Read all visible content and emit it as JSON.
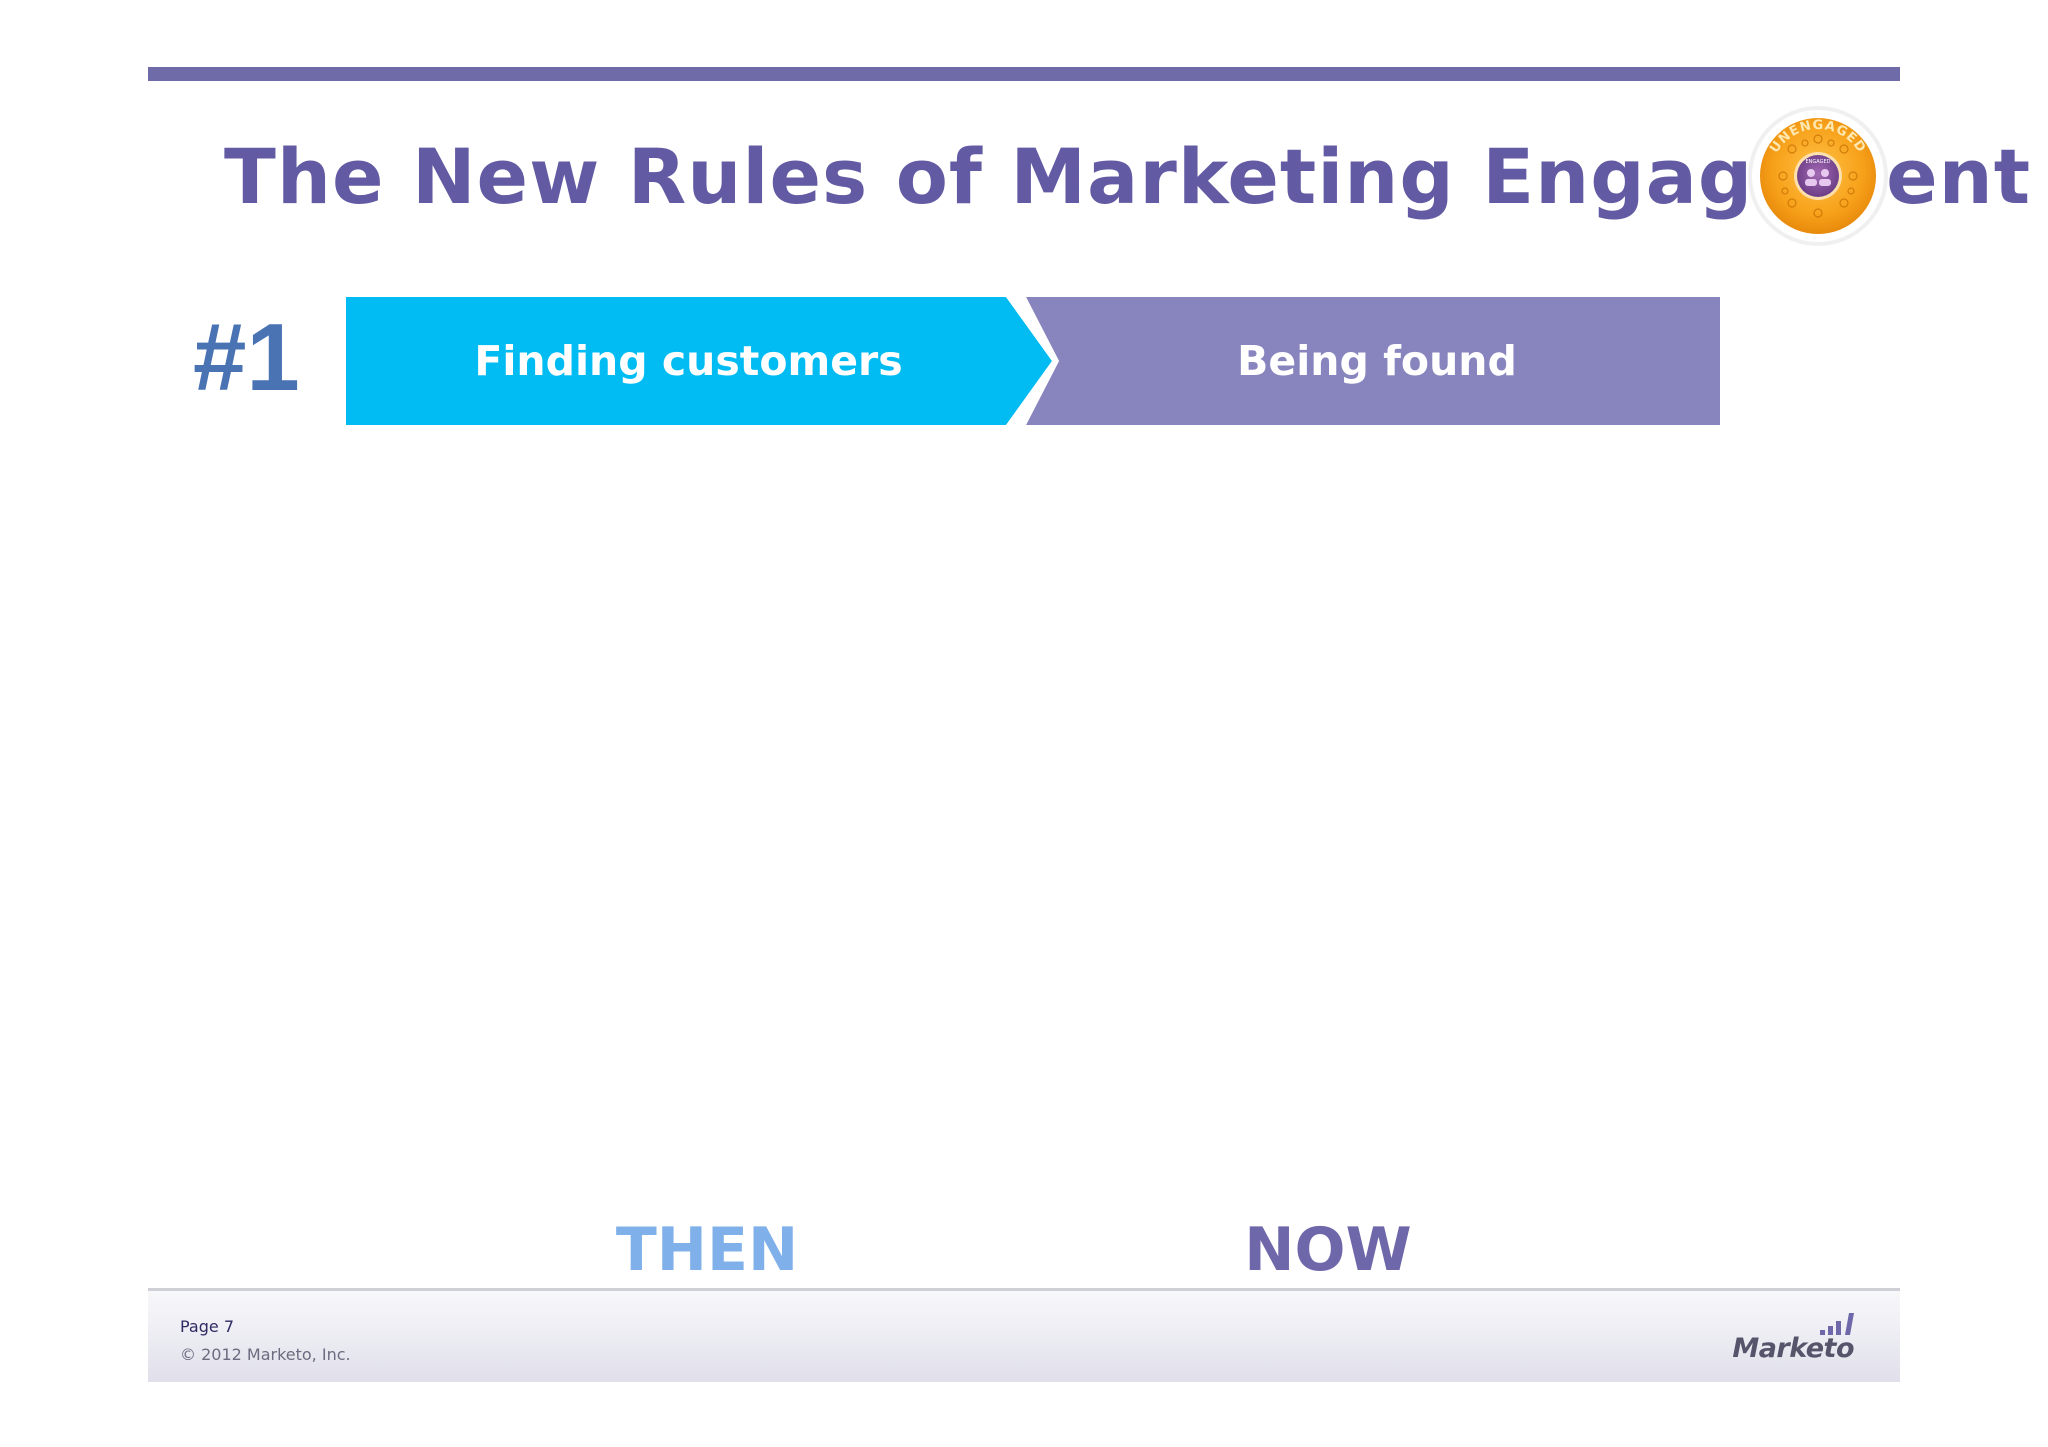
{
  "slide": {
    "title": "The New Rules of Marketing Engagement",
    "rule_number": "#1"
  },
  "badge": {
    "icon": "unengaged-engaged-badge-icon",
    "text_outer": "UNENGAGED",
    "text_inner": "ENGAGED"
  },
  "banner": {
    "then_text": "Finding customers",
    "now_text": "Being found"
  },
  "columns": {
    "then": "THEN",
    "now": "NOW"
  },
  "footer": {
    "page": "Page 7",
    "copyright": "© 2012 Marketo, Inc.",
    "logo_text": "Marketo"
  },
  "colors": {
    "title": "#625ba3",
    "then_arrow": "#00bcf2",
    "now_arrow": "#8784be",
    "then_label": "#7fb0ea",
    "now_label": "#6e68ab",
    "rule_number": "#4a73b4",
    "badge_orange": "#f7a11a"
  }
}
